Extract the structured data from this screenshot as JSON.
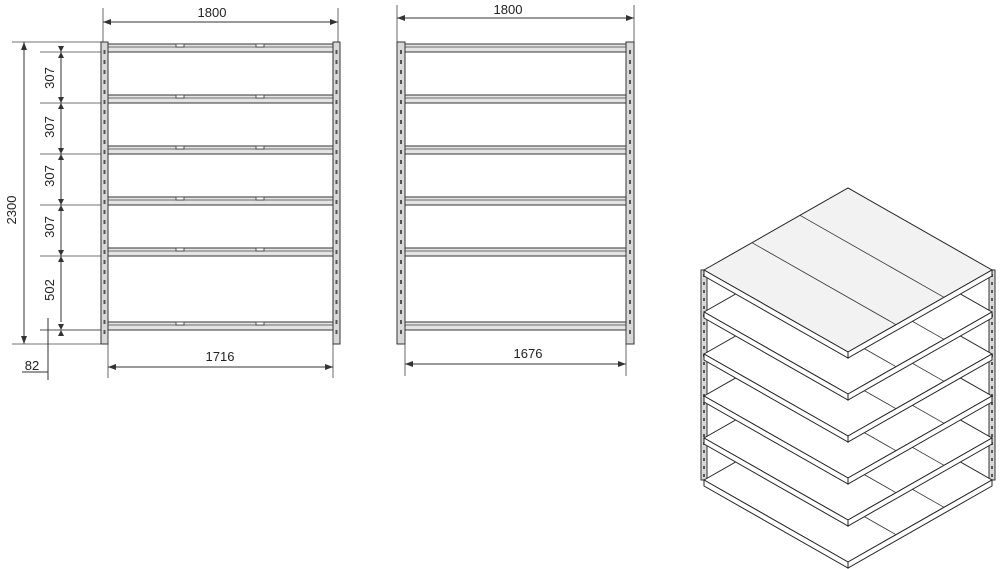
{
  "front_view": {
    "overall_width": "1800",
    "overall_height": "2300",
    "inner_width": "1716",
    "shelf_spacings": [
      "307",
      "307",
      "307",
      "307",
      "502"
    ],
    "bottom_offset": "82"
  },
  "side_view": {
    "overall_width": "1800",
    "inner_width": "1676"
  },
  "colors": {
    "line": "#333333",
    "shelf_fill": "#e4e4e4",
    "background": "#ffffff"
  }
}
